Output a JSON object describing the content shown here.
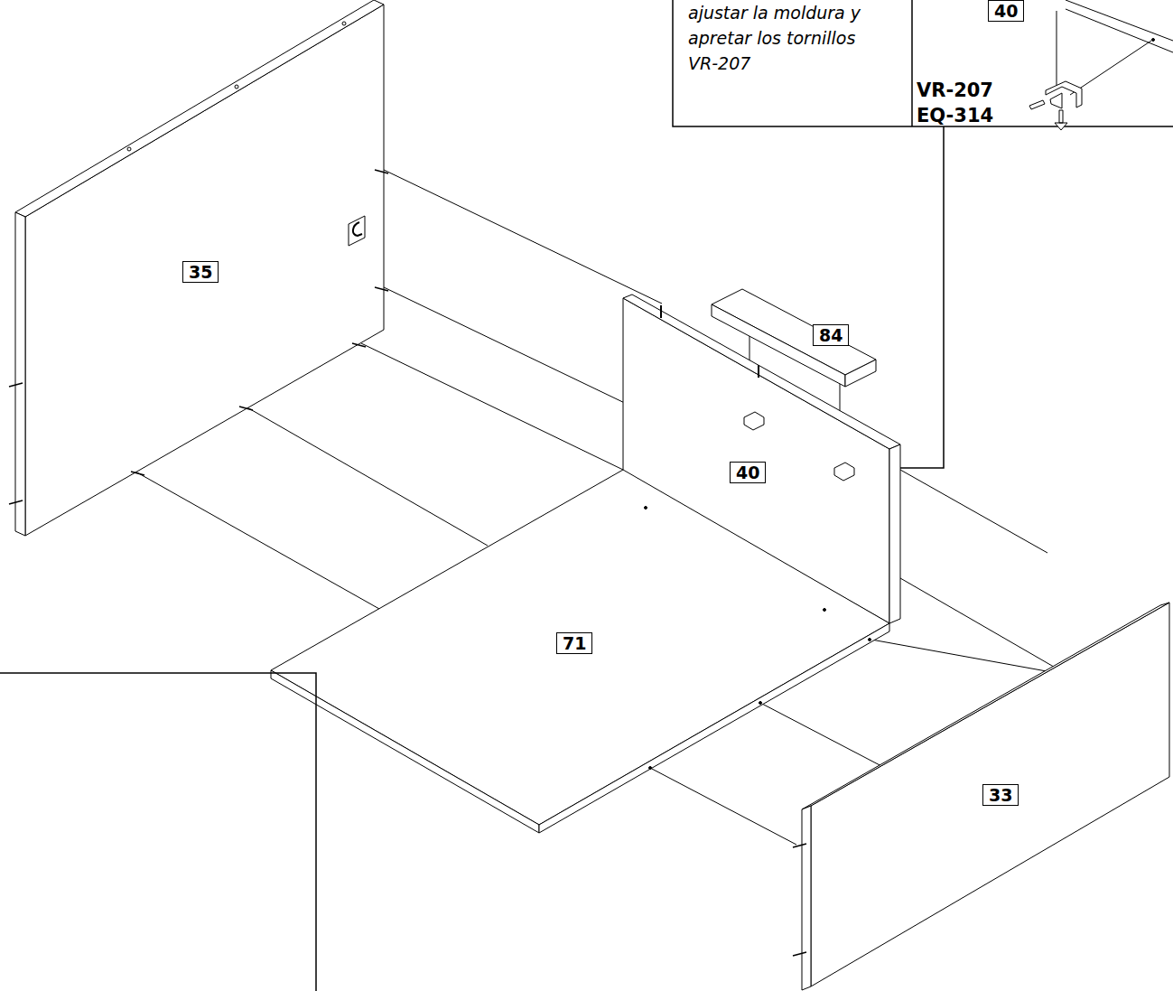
{
  "diagram": {
    "labels": [
      "ajustar la moldura y apretar los tornillos VR-207",
      "40",
      "VR-207",
      "EQ-314",
      "35",
      "84",
      "40",
      "71",
      "33"
    ]
  }
}
